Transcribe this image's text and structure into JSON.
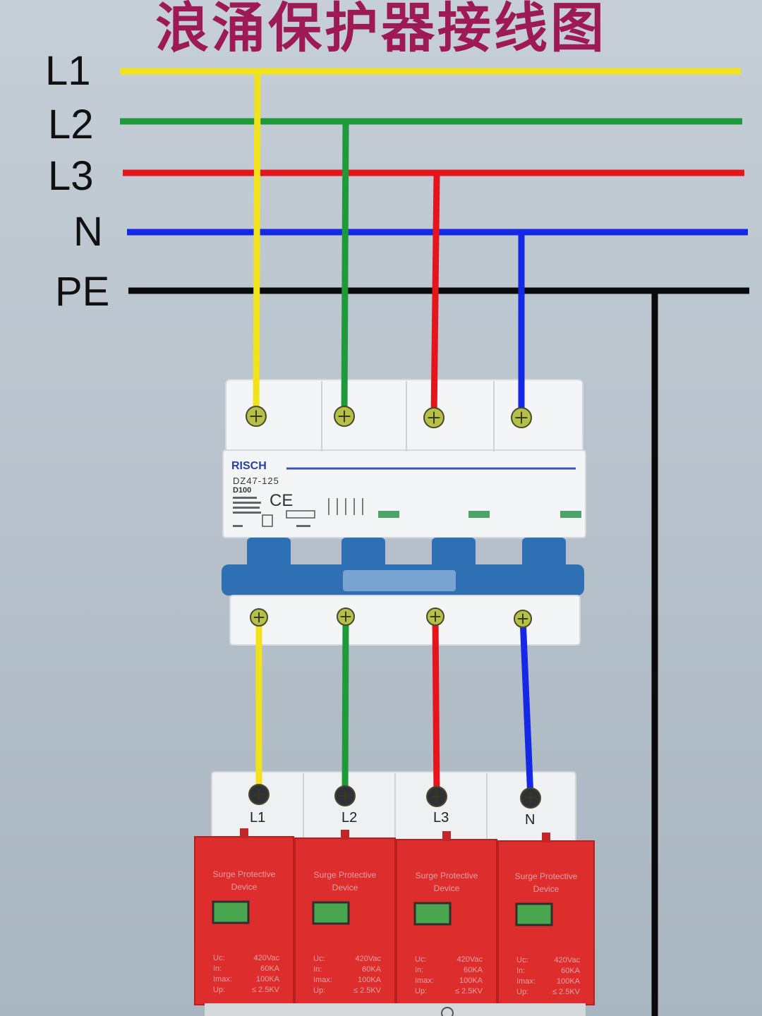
{
  "title": "浪涌保护器接线图",
  "buses": [
    {
      "label": "L1",
      "color": "#f2e21c"
    },
    {
      "label": "L2",
      "color": "#1e9a3a"
    },
    {
      "label": "L3",
      "color": "#e4161c"
    },
    {
      "label": "N",
      "color": "#1428e6"
    },
    {
      "label": "PE",
      "color": "#0a0a0a"
    }
  ],
  "breaker": {
    "brand": "RISCH",
    "model": "DZ47-125",
    "rating": "D100",
    "mark": "CE",
    "body_color": "#f4f5f6",
    "handle_color": "#2f6fb3"
  },
  "spd": {
    "body_color": "#dd2d2d",
    "terminals": [
      "L1",
      "L2",
      "L3",
      "N"
    ],
    "modules": [
      {
        "name": "Surge Protective Device",
        "specs": [
          [
            "Uc:",
            "420Vac"
          ],
          [
            "In:",
            "60KA"
          ],
          [
            "Imax:",
            "100KA"
          ],
          [
            "Up:",
            "≤ 2.5KV"
          ]
        ]
      },
      {
        "name": "Surge Protective Device",
        "specs": [
          [
            "Uc:",
            "420Vac"
          ],
          [
            "In:",
            "60KA"
          ],
          [
            "Imax:",
            "100KA"
          ],
          [
            "Up:",
            "≤ 2.5KV"
          ]
        ]
      },
      {
        "name": "Surge Protective Device",
        "specs": [
          [
            "Uc:",
            "420Vac"
          ],
          [
            "In:",
            "60KA"
          ],
          [
            "Imax:",
            "100KA"
          ],
          [
            "Up:",
            "≤ 2.5KV"
          ]
        ]
      },
      {
        "name": "Surge Protective Device",
        "specs": [
          [
            "Uc:",
            "420Vac"
          ],
          [
            "In:",
            "60KA"
          ],
          [
            "Imax:",
            "100KA"
          ],
          [
            "Up:",
            "≤ 2.5KV"
          ]
        ]
      }
    ]
  }
}
